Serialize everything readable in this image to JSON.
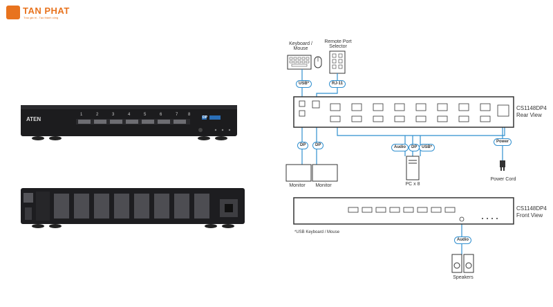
{
  "brand": {
    "name": "TAN PHAT",
    "tagline": "Trao giá trị - Tạo thành công"
  },
  "front_panel": {
    "brand_label": "ATEN",
    "ports": [
      "1",
      "2",
      "3",
      "4",
      "5",
      "6",
      "7",
      "8"
    ],
    "dp_label": "DP"
  },
  "diagram": {
    "keyboard_mouse": "Keyboard / Mouse",
    "remote_port_selector": "Remote Port Selector",
    "usb_badge": "USB*",
    "rj11_badge": "RJ-11",
    "rear_model": "CS1148DP4",
    "rear_view": "Rear View",
    "front_model": "CS1148DP4",
    "front_view": "Front View",
    "dp_badge_1": "DP",
    "dp_badge_2": "DP",
    "monitor_1": "Monitor",
    "monitor_2": "Monitor",
    "audio_badge": "Audio",
    "dp_badge_pc": "DP",
    "usb_badge_pc": "USB*",
    "pc_label": "PC x 8",
    "power_badge": "Power",
    "power_cord": "Power Cord",
    "footnote": "*USB Keyboard / Mouse",
    "audio_badge_front": "Audio",
    "speakers": "Speakers"
  },
  "colors": {
    "brand": "#e8731e",
    "cable": "#2f8fcf",
    "device": "#1c1c1e"
  }
}
